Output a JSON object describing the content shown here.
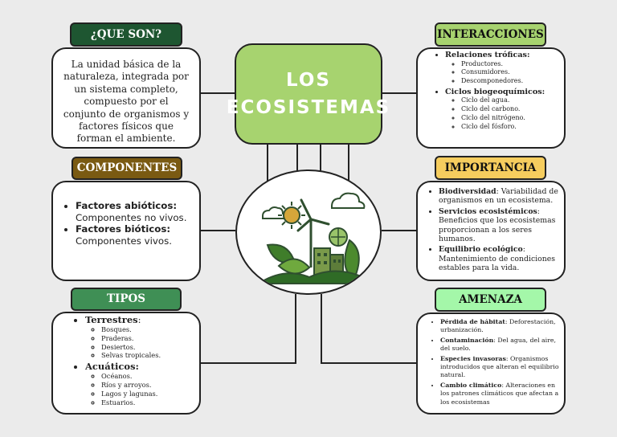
{
  "title": {
    "line1": "LOS",
    "line2": "ECOSISTEMAS"
  },
  "que_son": {
    "label": "¿QUE SON?",
    "text": "La unidad básica de la naturaleza, integrada por un sistema completo, compuesto por el conjunto de organismos y factores físicos que forman el ambiente."
  },
  "componentes": {
    "label": "COMPONENTES",
    "items": [
      {
        "term": "Factores abióticos:",
        "desc": "Componentes no vivos."
      },
      {
        "term": "Factores bióticos:",
        "desc": "Componentes vivos."
      }
    ]
  },
  "tipos": {
    "label": "TIPOS",
    "groups": [
      {
        "term": "Terrestres",
        "suffix": ":",
        "items": [
          "Bosques.",
          "Praderas.",
          "Desiertos.",
          "Selvas tropicales."
        ]
      },
      {
        "term": "Acuáticos:",
        "suffix": "",
        "items": [
          "Océanos.",
          "Ríos y arroyos.",
          "Lagos y lagunas.",
          "Estuarios."
        ]
      }
    ]
  },
  "interacciones": {
    "label": "INTERACCIONES",
    "groups": [
      {
        "term": "Relaciones tróficas:",
        "items": [
          "Productores.",
          "Consumidores.",
          "Descomponedores."
        ]
      },
      {
        "term": "Ciclos biogeoquímicos:",
        "items": [
          "Ciclo del agua.",
          "Ciclo del carbono.",
          "Ciclo del nitrógeno.",
          "Ciclo del fósforo."
        ]
      }
    ]
  },
  "importancia": {
    "label": "IMPORTANCIA",
    "items": [
      {
        "term": "Biodiversidad",
        "desc": ": Variabilidad de organismos en un ecosistema."
      },
      {
        "term": "Servicios ecosistémicos",
        "desc": ": Beneficios que los ecosistemas proporcionan a los seres humanos."
      },
      {
        "term": "Equilibrio ecológico",
        "desc": ": Mantenimiento de condiciones estables para la vida."
      }
    ]
  },
  "amenaza": {
    "label": "AMENAZA",
    "items": [
      {
        "term": "Pérdida de hábitat",
        "desc": ": Deforestación, urbanización."
      },
      {
        "term": "Contaminación",
        "desc": ": Del agua, del aire, del suelo."
      },
      {
        "term": "Especies invasoras",
        "desc": ": Organismos introducidos que alteran el equilibrio natural."
      },
      {
        "term": "Cambio climático",
        "desc": ": Alteraciones en los patrones climáticos que afectan a los ecosistemas"
      }
    ]
  },
  "colors": {
    "que_son": "#1e5631",
    "componentes": "#7a5a12",
    "tipos": "#3f8f55",
    "interacciones": "#a7d36f",
    "importancia": "#f6cd5e",
    "amenaza": "#a4f7a9",
    "title_bg": "#a7d36f",
    "background": "#ebebeb"
  }
}
